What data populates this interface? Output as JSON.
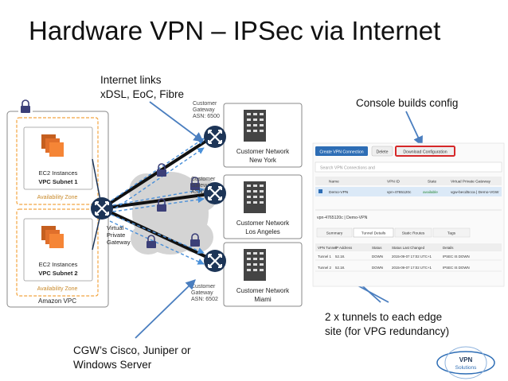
{
  "title": "Hardware VPN – IPSec via Internet",
  "callouts": {
    "internet_links_line1": "Internet links",
    "internet_links_line2": "xDSL, EoC, Fibre",
    "console": "Console builds config",
    "cgw_line1": "CGW’s Cisco, Juniper or",
    "cgw_line2": "Windows Server",
    "tunnels_line1": "2 x tunnels to each edge",
    "tunnels_line2": "site (for VPG redundancy)"
  },
  "aws": {
    "vpc_label": "Amazon VPC",
    "az_label": "Availability Zone",
    "subnets": [
      {
        "instances": "EC2 Instances",
        "subnet": "VPC Subnet 1"
      },
      {
        "instances": "EC2 Instances",
        "subnet": "VPC Subnet 2"
      }
    ],
    "vgw_line1": "Virtual",
    "vgw_line2": "Private",
    "vgw_line3": "Gateway"
  },
  "sites": [
    {
      "cg1": "Customer",
      "cg2": "Gateway",
      "asn": "ASN: 6500",
      "network": "Customer Network",
      "city": "New York"
    },
    {
      "cg1": "Customer",
      "cg2": "Gateway",
      "asn": "ASN: 6501",
      "network": "Customer Network",
      "city": "Los Angeles"
    },
    {
      "cg1": "Customer",
      "cg2": "Gateway",
      "asn": "ASN: 6502",
      "network": "Customer Network",
      "city": "Miami"
    }
  ],
  "console": {
    "buttons": {
      "create": "Create VPN Connection",
      "delete": "Delete",
      "download": "Download Configuration"
    },
    "search_placeholder": "Search VPN Connections and",
    "columns": [
      "Name",
      "VPN ID",
      "State",
      "Virtual Private Gateway"
    ],
    "row": {
      "name": "Demo-VPN",
      "id": "vpn-4765120c",
      "state": "available",
      "vgw": "vgw-becd5cca | Demo-VGW"
    },
    "detail_title": "vpn-4765120c | Demo-VPN",
    "tabs": [
      "Summary",
      "Tunnel Details",
      "Static Routes",
      "Tags"
    ],
    "tunnel_columns": [
      "VPN Tunnel",
      "IP Address",
      "Status",
      "Status Last Changed",
      "Details"
    ],
    "tunnels": [
      {
        "name": "Tunnel 1",
        "ip": "52.18.",
        "status": "DOWN",
        "changed": "2015-09-07 17:02 UTC+1",
        "details": "IPSEC IS DOWN"
      },
      {
        "name": "Tunnel 2",
        "ip": "52.18.",
        "status": "DOWN",
        "changed": "2015-09-07 17:02 UTC+1",
        "details": "IPSEC IS DOWN"
      }
    ]
  },
  "logo": {
    "line1": "VPN",
    "line2": "Solutions"
  },
  "colors": {
    "router": "#1d3557",
    "az_border": "#f2a541",
    "ec2": "#f58536",
    "arrow": "#4a7ebf",
    "tunnel": "#4a90d9",
    "highlight": "#d62728"
  },
  "icons": [
    "lock-icon",
    "router-icon",
    "building-icon",
    "ec2-instances-icon",
    "cloud-icon"
  ]
}
